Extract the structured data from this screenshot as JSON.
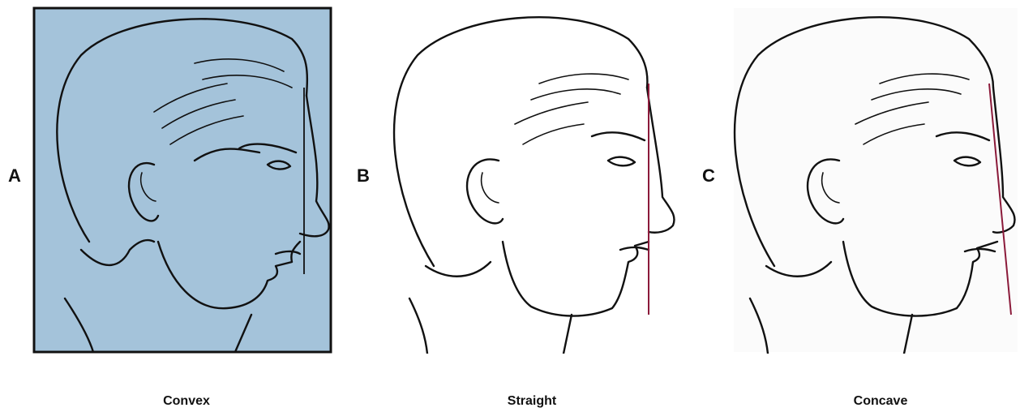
{
  "panels": [
    {
      "letter": "A",
      "caption": "Convex",
      "bg_color": "#a4c3da",
      "framed": true,
      "profile_line_color": "#111111"
    },
    {
      "letter": "B",
      "caption": "Straight",
      "bg_color": "#ffffff",
      "framed": false,
      "profile_line_color": "#8b1a3a"
    },
    {
      "letter": "C",
      "caption": "Concave",
      "bg_color": "#ffffff",
      "framed": false,
      "profile_line_color": "#8b1a3a"
    }
  ],
  "icons": {
    "head": "head-profile-drawing"
  }
}
